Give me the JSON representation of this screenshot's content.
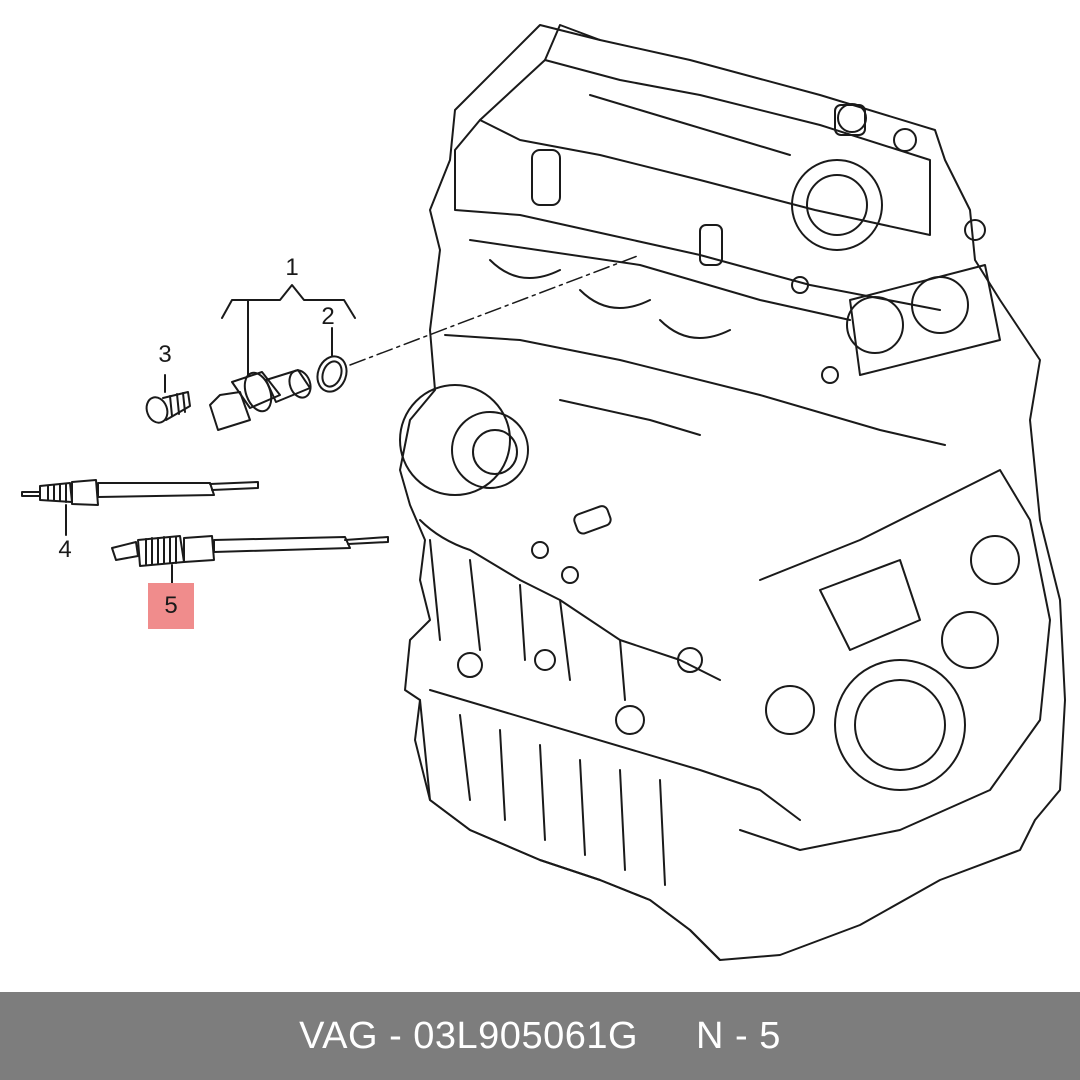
{
  "callouts": {
    "c1": "1",
    "c2": "2",
    "c3": "3",
    "c4": "4",
    "c5": "5"
  },
  "highlight_color": "#f08c8c",
  "footer": {
    "part_number": "VAG - 03L905061G",
    "position": "N - 5",
    "background": "#7d7d7d"
  }
}
